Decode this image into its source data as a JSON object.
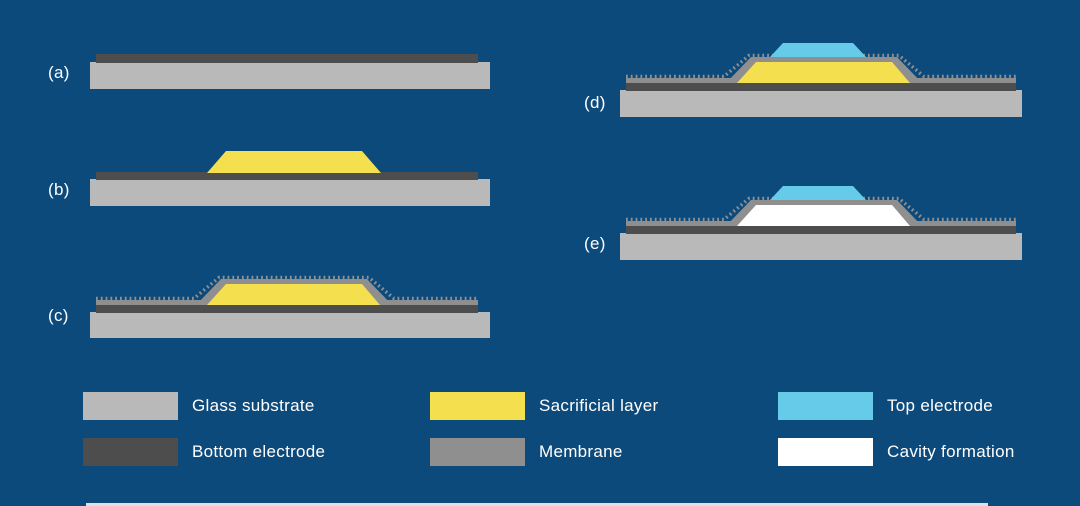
{
  "figure": {
    "type": "fabrication-process-cross-section-diagram"
  },
  "steps": [
    {
      "id": "a",
      "label": "(a)"
    },
    {
      "id": "b",
      "label": "(b)"
    },
    {
      "id": "c",
      "label": "(c)"
    },
    {
      "id": "d",
      "label": "(d)"
    },
    {
      "id": "e",
      "label": "(e)"
    }
  ],
  "legend": {
    "items": [
      {
        "label": "Glass substrate",
        "color_key": "glass"
      },
      {
        "label": "Sacrificial layer",
        "color_key": "sacrificial"
      },
      {
        "label": "Top electrode",
        "color_key": "top_electrode"
      },
      {
        "label": "Bottom electrode",
        "color_key": "bottom_electrode"
      },
      {
        "label": "Membrane",
        "color_key": "membrane"
      },
      {
        "label": "Cavity formation",
        "color_key": "cavity"
      }
    ]
  },
  "colors": {
    "background": "#0d4a7c",
    "glass": "#b9b9b9",
    "bottom_electrode": "#4d4d4d",
    "sacrificial": "#f4e04e",
    "membrane": "#8f8f8f",
    "top_electrode": "#66cbe9",
    "cavity": "#ffffff",
    "text": "#ffffff"
  }
}
